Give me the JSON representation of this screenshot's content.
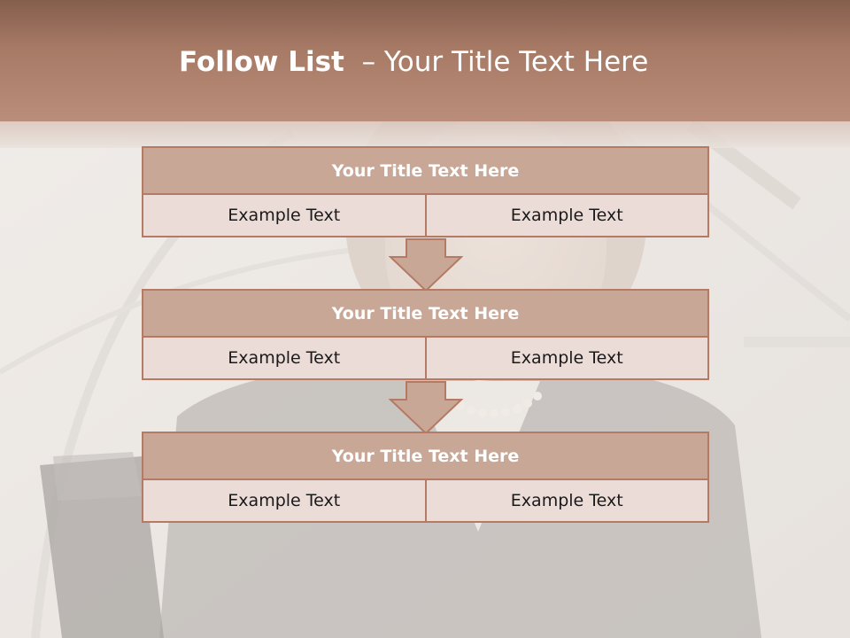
{
  "slide": {
    "title_bold": "Follow List",
    "title_rest": "– Your Title Text Here"
  },
  "blocks": [
    {
      "title": "Your Title Text Here",
      "left": "Example Text",
      "right": "Example Text"
    },
    {
      "title": "Your Title Text Here",
      "left": "Example Text",
      "right": "Example Text"
    },
    {
      "title": "Your Title Text Here",
      "left": "Example Text",
      "right": "Example Text"
    }
  ],
  "colors": {
    "header": "#a77a66",
    "block_head": "#c9a796",
    "block_cell": "#ecdcd7",
    "border": "#b47a64"
  }
}
